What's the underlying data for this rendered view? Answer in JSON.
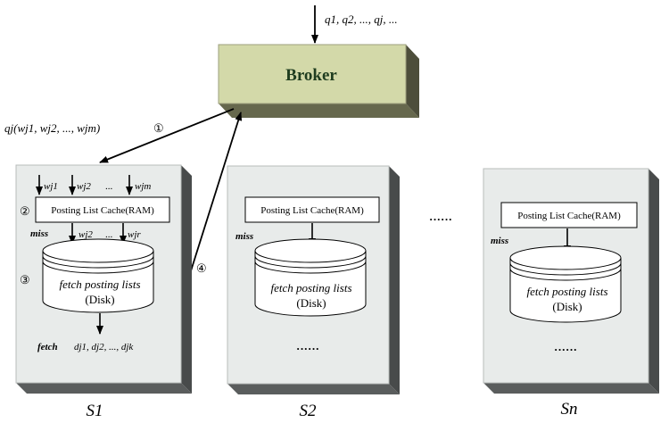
{
  "broker": {
    "label": "Broker"
  },
  "query_stream": "q1, q2, ..., qj, ...",
  "query_dispatch": "qj(wj1, wj2, ..., wjm)",
  "steps": {
    "s1": "①",
    "s2": "②",
    "s3": "③",
    "s4": "④"
  },
  "server1": {
    "name": "S1",
    "terms_in": [
      "wj1",
      "wj2",
      "...",
      "wjm"
    ],
    "cache": "Posting List Cache(RAM)",
    "miss": "miss",
    "terms_miss": [
      "wj2",
      "...",
      "wjr"
    ],
    "disk_line1": "fetch posting lists",
    "disk_line2": "(Disk)",
    "fetch_label": "fetch",
    "docs": "dj1, dj2, ..., djk"
  },
  "server2": {
    "name": "S2",
    "cache": "Posting List Cache(RAM)",
    "miss": "miss",
    "disk_line1": "fetch posting lists",
    "disk_line2": "(Disk)",
    "ellipsis": "······"
  },
  "servern": {
    "name": "Sn",
    "cache": "Posting List Cache(RAM)",
    "miss": "miss",
    "disk_line1": "fetch posting lists",
    "disk_line2": "(Disk)",
    "ellipsis": "······"
  },
  "between_servers": "······",
  "colors": {
    "broker_face": "#d3d9a9",
    "broker_side": "#4d4e3b",
    "server_face": "#e8ebea",
    "server_side": "#484b4b"
  }
}
